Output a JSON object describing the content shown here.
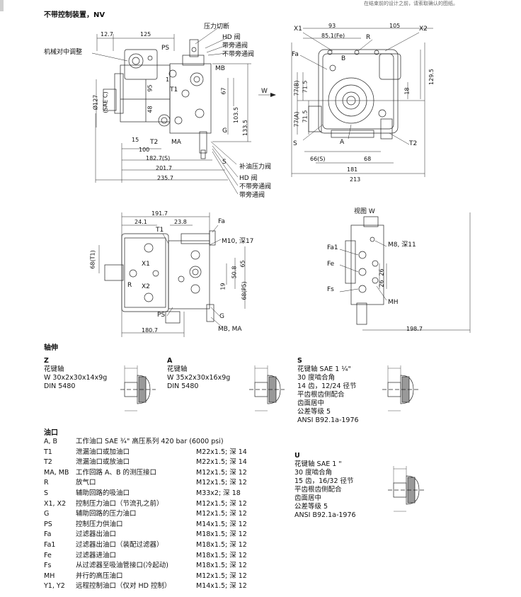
{
  "header_note": "在结束前的设计之前，请索取确认的图纸。",
  "section_title": "不带控制装置，NV",
  "top_left_view": {
    "dims": [
      "12.7",
      "125",
      "1",
      "95",
      "48",
      "15",
      "100",
      "182.7(S)",
      "201.7",
      "235.7",
      "67",
      "103.5",
      "133.5",
      "Ø127",
      "(SAE C)"
    ],
    "labels": {
      "mech_center": "机械对中调整",
      "pressure_cut": "压力切断",
      "hd_valve": "HD 阀",
      "with_bypass": "带旁通阀",
      "without_bypass": "不带旁通阀",
      "ps": "PS",
      "mb": "MB",
      "t1": "T1",
      "t2": "T2",
      "ma": "MA",
      "g": "G",
      "s": "S",
      "w": "W",
      "boost_valve": "补油压力阀",
      "hd_valve2": "HD 阀",
      "without_bypass2": "不带旁通阀",
      "with_bypass2": "带旁通阀"
    }
  },
  "top_right_view": {
    "dims": [
      "93",
      "105",
      "85.1(Fe)",
      "129.5",
      "77(B)",
      "71.5",
      "18",
      "71.5",
      "77(A)",
      "66(S)",
      "68",
      "181",
      "213"
    ],
    "labels": {
      "x1": "X1",
      "x2": "X2",
      "r": "R",
      "fa": "Fa",
      "b": "B",
      "s": "S",
      "a": "A",
      "t2": "T2"
    }
  },
  "mid_left_view": {
    "dims": [
      "191.7",
      "24.1",
      "23.8",
      "68(T1)",
      "19",
      "50.8",
      "65",
      "68(P5)",
      "180.7"
    ],
    "labels": {
      "t1": "T1",
      "fa": "Fa",
      "m10": "M10, 深17",
      "r": "R",
      "x1": "X1",
      "x2": "X2",
      "ps": "PS",
      "g": "G",
      "mbma": "MB, MA"
    }
  },
  "mid_right_view": {
    "title": "视图 W",
    "dims": [
      "26",
      "26",
      "198.7"
    ],
    "labels": {
      "fa1": "Fa1",
      "fe": "Fe",
      "fs": "Fs",
      "mh": "MH",
      "m8": "M8, 深11"
    }
  },
  "shaft_section": {
    "title": "轴伸",
    "shafts": [
      {
        "code": "Z",
        "lines": [
          "花键轴",
          "W 30x2x30x14x9g",
          "DIN 5480"
        ]
      },
      {
        "code": "A",
        "lines": [
          "花键轴",
          "W 35x2x30x16x9g",
          "DIN 5480"
        ]
      },
      {
        "code": "S",
        "lines": [
          "花键轴 SAE 1 ¼\"",
          "30 度啮合角",
          "14 齿，12/24 径节",
          "平齿根齿侧配合",
          "齿面居中",
          "公差等级 5",
          "ANSI B92.1a-1976"
        ]
      },
      {
        "code": "U",
        "lines": [
          "花键轴 SAE 1 \"",
          "30 度啮合角",
          "15 齿，16/32 径节",
          "平齿根齿侧配合",
          "齿面居中",
          "公差等级 5",
          "ANSI B92.1a-1976"
        ]
      }
    ]
  },
  "ports": {
    "title": "油口",
    "rows": [
      {
        "code": "A, B",
        "desc": "工作油口 SAE ¾\"  高压系列 420 bar (6000 psi)",
        "spec": ""
      },
      {
        "code": "T1",
        "desc": "泄漏油口或加油口",
        "spec": "M22x1.5; 深 14"
      },
      {
        "code": "T2",
        "desc": "泄漏油口或放油口",
        "spec": "M22x1.5; 深 14"
      },
      {
        "code": "MA, MB",
        "desc": "工作回路 A、B 的测压接口",
        "spec": "M12x1.5; 深 12"
      },
      {
        "code": "R",
        "desc": "放气口",
        "spec": "M12x1.5; 深 12"
      },
      {
        "code": "S",
        "desc": "辅助回路的吸油口",
        "spec": "M33x2; 深 18"
      },
      {
        "code": "X1, X2",
        "desc": "控制压力油口（节流孔之前）",
        "spec": "M12x1.5; 深 12"
      },
      {
        "code": "G",
        "desc": "辅助回路的压力油口",
        "spec": "M12x1.5; 深 12"
      },
      {
        "code": "PS",
        "desc": "控制压力供油口",
        "spec": "M14x1.5; 深 12"
      },
      {
        "code": "Fa",
        "desc": "过滤器出油口",
        "spec": "M18x1.5; 深 12"
      },
      {
        "code": "Fa1",
        "desc": "过滤器出油口（装配过滤器）",
        "spec": "M18x1.5; 深 12"
      },
      {
        "code": "Fe",
        "desc": "过滤器进油口",
        "spec": "M18x1.5; 深 12"
      },
      {
        "code": "Fs",
        "desc": "从过滤器至吸油管接口(冷起动)",
        "spec": "M18x1.5; 深 12"
      },
      {
        "code": "MH",
        "desc": "并行的高压油口",
        "spec": "M12x1.5; 深 12"
      },
      {
        "code": "Y1, Y2",
        "desc": "远程控制油口（仅对 HD 控制）",
        "spec": "M14x1.5; 深 12"
      }
    ]
  }
}
